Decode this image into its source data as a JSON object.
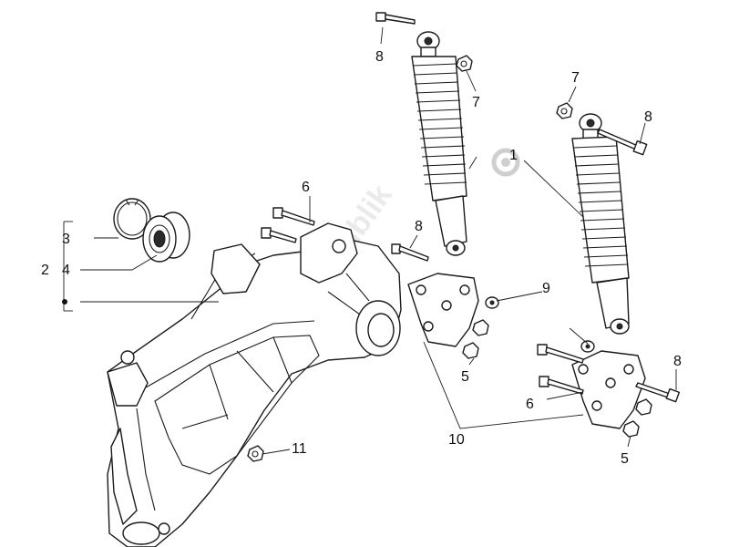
{
  "watermark": "PartsRepublik",
  "callouts": {
    "c1": "1",
    "c2": "2",
    "c3": "3",
    "c4": "4",
    "c5a": "5",
    "c5b": "5",
    "c6a": "6",
    "c6b": "6",
    "c7a": "7",
    "c7b": "7",
    "c8a": "8",
    "c8b": "8",
    "c8c": "8",
    "c8d": "8",
    "c9": "9",
    "c10": "10",
    "c11": "11"
  }
}
